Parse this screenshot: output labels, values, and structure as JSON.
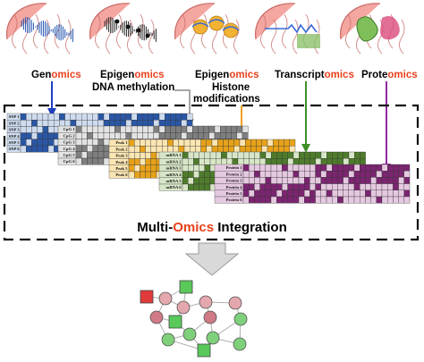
{
  "labels": [
    {
      "pre": "Gen",
      "hl": "omics",
      "post": ""
    },
    {
      "pre": "Epigen",
      "hl": "omics",
      "post": ""
    },
    {
      "pre": "Epigen",
      "hl": "omics",
      "post": ""
    },
    {
      "pre": "Transcript",
      "hl": "omics",
      "post": ""
    },
    {
      "pre": "Prote",
      "hl": "omics",
      "post": ""
    }
  ],
  "sublabels": [
    "DNA methylation",
    "Histone",
    "modifications"
  ],
  "blocks": [
    {
      "rows": [
        "SNP 1",
        "SNP 2",
        "SNP 3",
        "SNP 4",
        "SNP 5",
        "SNP 6"
      ],
      "color": "#2a56a4",
      "light": "#cfdcef",
      "arrow": "#1f3fbf"
    },
    {
      "rows": [
        "CpG 1",
        "CpG 2",
        "CpG 3",
        "CpG 4",
        "CpG 5",
        "CpG 6"
      ],
      "color": "#7f7f7f",
      "light": "#e3e3e3",
      "arrow": "#a6a6a6"
    },
    {
      "rows": [
        "Peak 1",
        "Peak 2",
        "Peak 3",
        "Peak 4",
        "Peak 5",
        "Peak 6"
      ],
      "color": "#e7a21a",
      "light": "#fbe6b3",
      "arrow": "#f0a020"
    },
    {
      "rows": [
        "mRNA 1",
        "mRNA 2",
        "mRNA 3",
        "mRNA 4",
        "mRNA 5",
        "mRNA 6"
      ],
      "color": "#4e7b2c",
      "light": "#d8e6c8",
      "arrow": "#3f8f2a"
    },
    {
      "rows": [
        "Protein 1",
        "Protein 2",
        "Protein 3",
        "Protein 4",
        "Protein 5",
        "Protein 6"
      ],
      "color": "#7b2570",
      "light": "#e5c9e0",
      "arrow": "#8e2aa0"
    }
  ],
  "integration": {
    "pre": "Multi-",
    "hl": "Omics",
    "post": " Integration"
  },
  "colors": {
    "highlight": "#e8421c",
    "brain": "#f4a6a0",
    "brain_outline": "#c96a66"
  },
  "icons": [
    "brain-dna-icon",
    "brain-methylation-icon",
    "brain-histone-icon",
    "brain-transcript-icon",
    "brain-protein-icon",
    "network-icon"
  ]
}
